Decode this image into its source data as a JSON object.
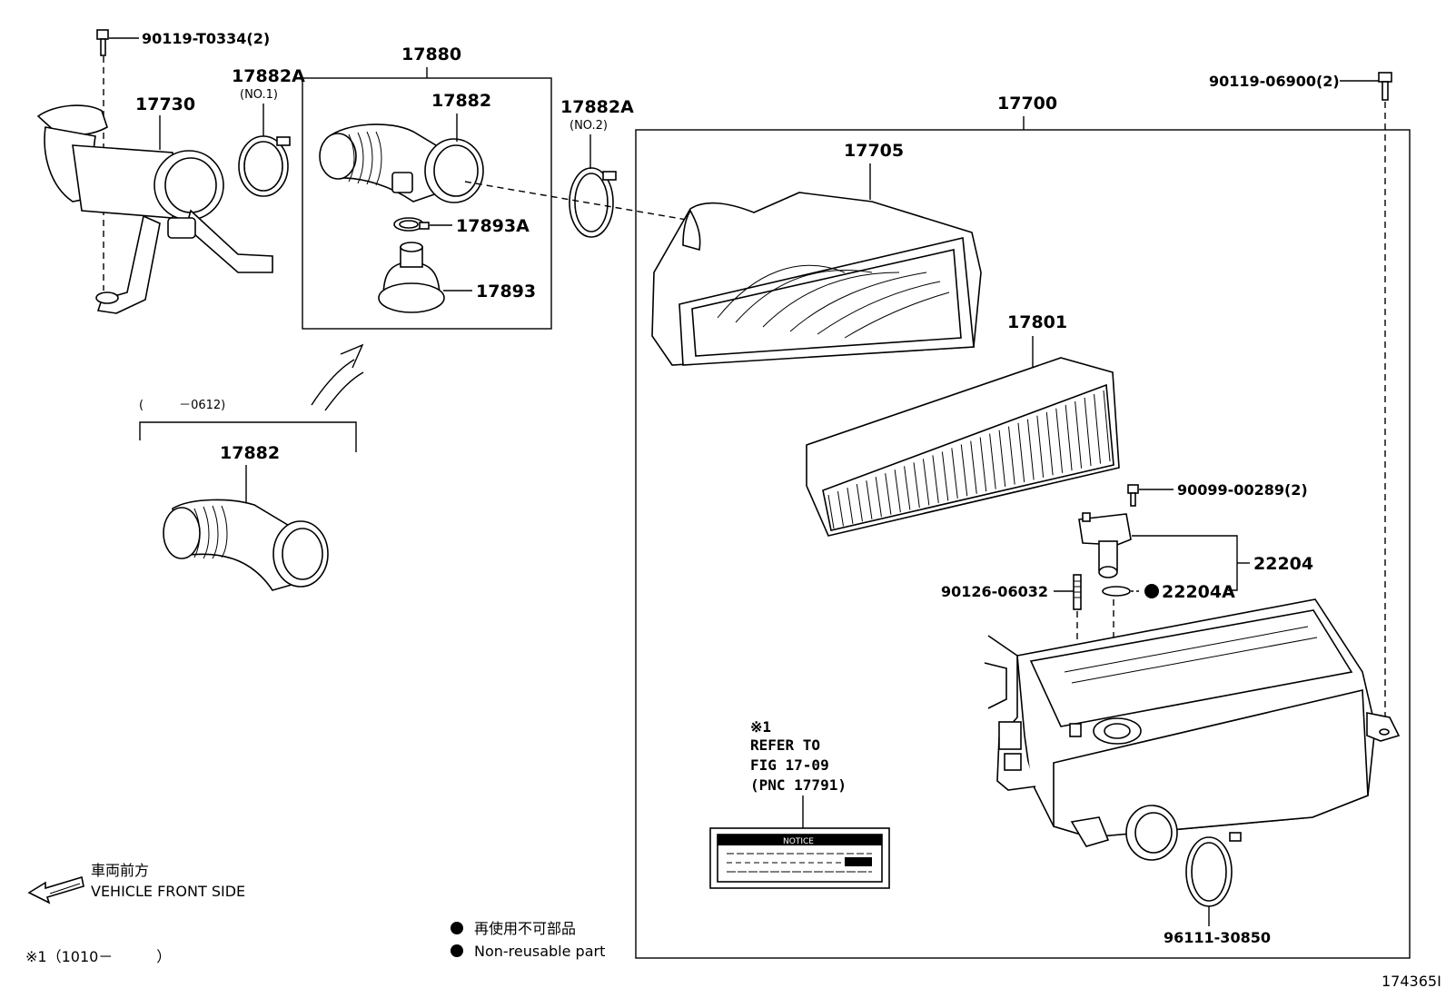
{
  "labels": {
    "bolt_top_left": "90119-T0334(2)",
    "duct_17730": "17730",
    "clamp_17882A": "17882A",
    "clamp_no1": "(NO.1)",
    "assy_17880": "17880",
    "hose_17882": "17882",
    "clip_17893A": "17893A",
    "resonator_17893": "17893",
    "clamp2_17882A": "17882A",
    "clamp_no2": "(NO.2)",
    "cleaner_17700": "17700",
    "bolt_top_right": "90119-06900(2)",
    "cap_17705": "17705",
    "element_17801": "17801",
    "screw_90099": "90099-00289(2)",
    "sensor_22204": "22204",
    "stud_90126": "90126-06032",
    "oring_22204A": "22204A",
    "clamp_96111": "96111-30850",
    "date_range": "(　　　－0612)",
    "old_hose_17882": "17882"
  },
  "notice": {
    "mark": "※1",
    "line1": "REFER TO",
    "line2": "FIG 17-09",
    "line3": "(PNC 17791)",
    "label_title": "NOTICE"
  },
  "legend": {
    "front_jp": "車両前方",
    "front_en": "VEHICLE FRONT SIDE",
    "nonreuse_jp": "再使用不可部品",
    "nonreuse_en": "Non-reusable part",
    "footnote": "※1（1010－　　　）"
  },
  "diagram_id": "174365I"
}
